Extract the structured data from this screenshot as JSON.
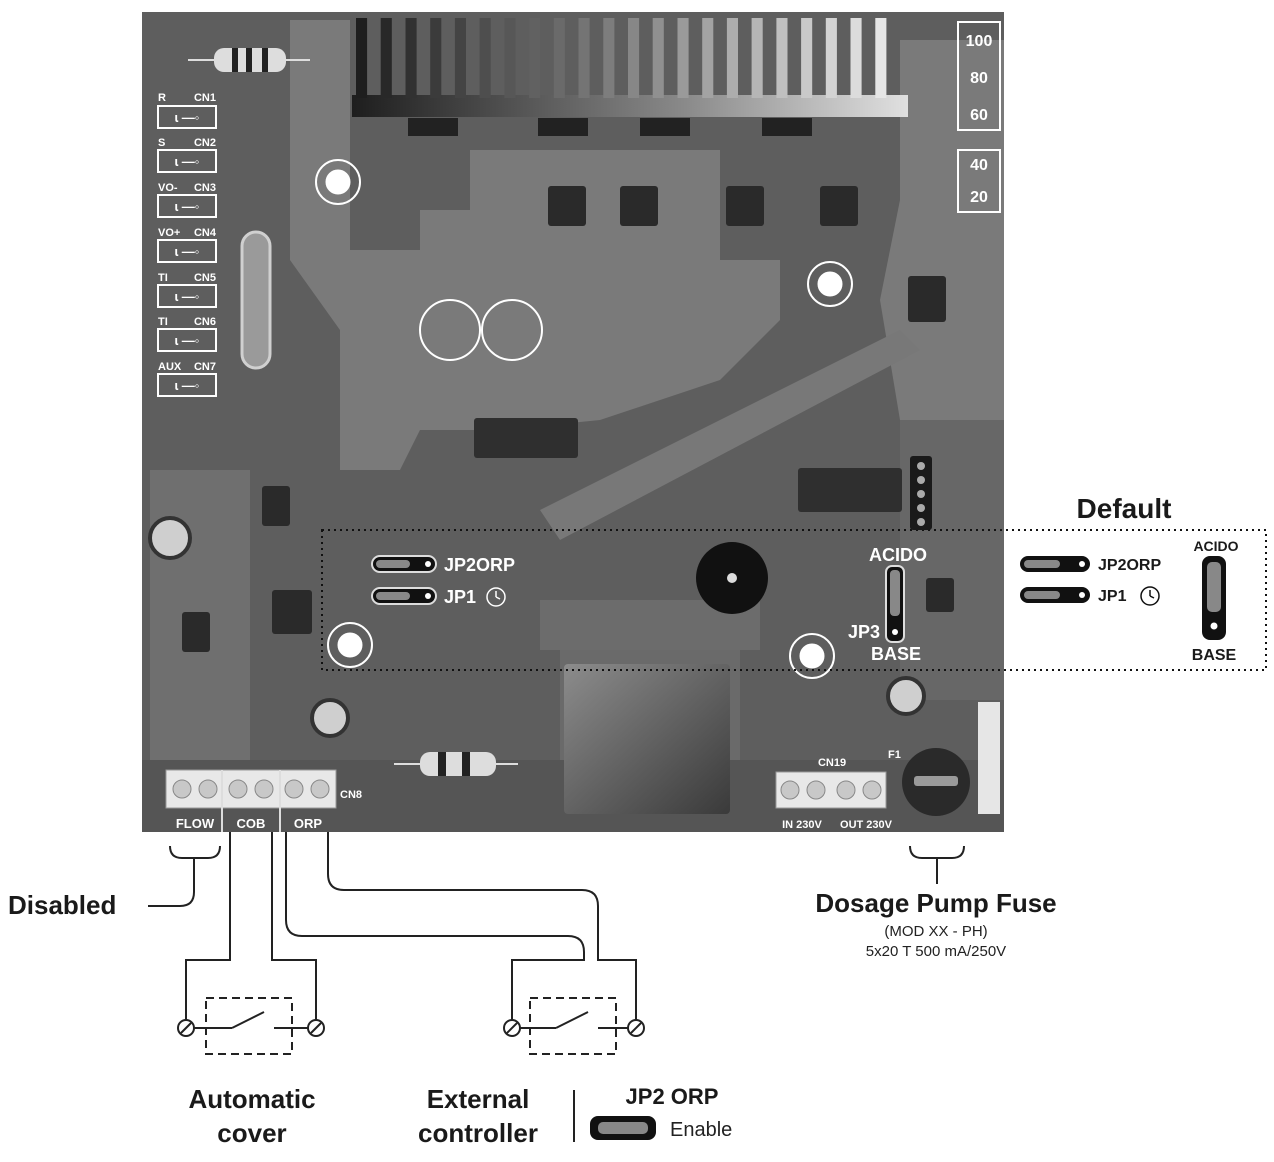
{
  "board": {
    "scale_top": [
      "100",
      "80",
      "60"
    ],
    "scale_bottom": [
      "40",
      "20"
    ],
    "connectors_left": [
      {
        "name": "R",
        "cn": "CN1"
      },
      {
        "name": "S",
        "cn": "CN2"
      },
      {
        "name": "VO-",
        "cn": "CN3"
      },
      {
        "name": "VO+",
        "cn": "CN4"
      },
      {
        "name": "TI",
        "cn": "CN5"
      },
      {
        "name": "TI",
        "cn": "CN6"
      },
      {
        "name": "AUX",
        "cn": "CN7"
      }
    ],
    "jp2_label": "JP2ORP",
    "jp1_label": "JP1",
    "jp3_label": "JP3",
    "acido_label": "ACIDO",
    "base_label": "BASE",
    "cn8_label": "CN8",
    "cn19_label": "CN19",
    "f1_label": "F1",
    "terminal_labels": [
      "FLOW",
      "COB",
      "ORP"
    ],
    "power_labels": [
      "IN 230V",
      "OUT 230V"
    ]
  },
  "default_box": {
    "title": "Default",
    "jp2_label": "JP2ORP",
    "jp1_label": "JP1",
    "acido_label": "ACIDO",
    "base_label": "BASE"
  },
  "annotations": {
    "disabled": "Disabled",
    "automatic_cover": [
      "Automatic",
      "cover"
    ],
    "external_controller": [
      "External",
      "controller"
    ],
    "jp2_enable_title": "JP2 ORP",
    "jp2_enable_text": "Enable",
    "fuse_title": "Dosage Pump Fuse",
    "fuse_model": "(MOD XX - PH)",
    "fuse_spec": "5x20 T 500 mA/250V"
  },
  "colors": {
    "board": "#5e5e5e",
    "trace": "#7a7a7a",
    "dark": "#2a2a2a",
    "label": "#1a1a1a"
  }
}
